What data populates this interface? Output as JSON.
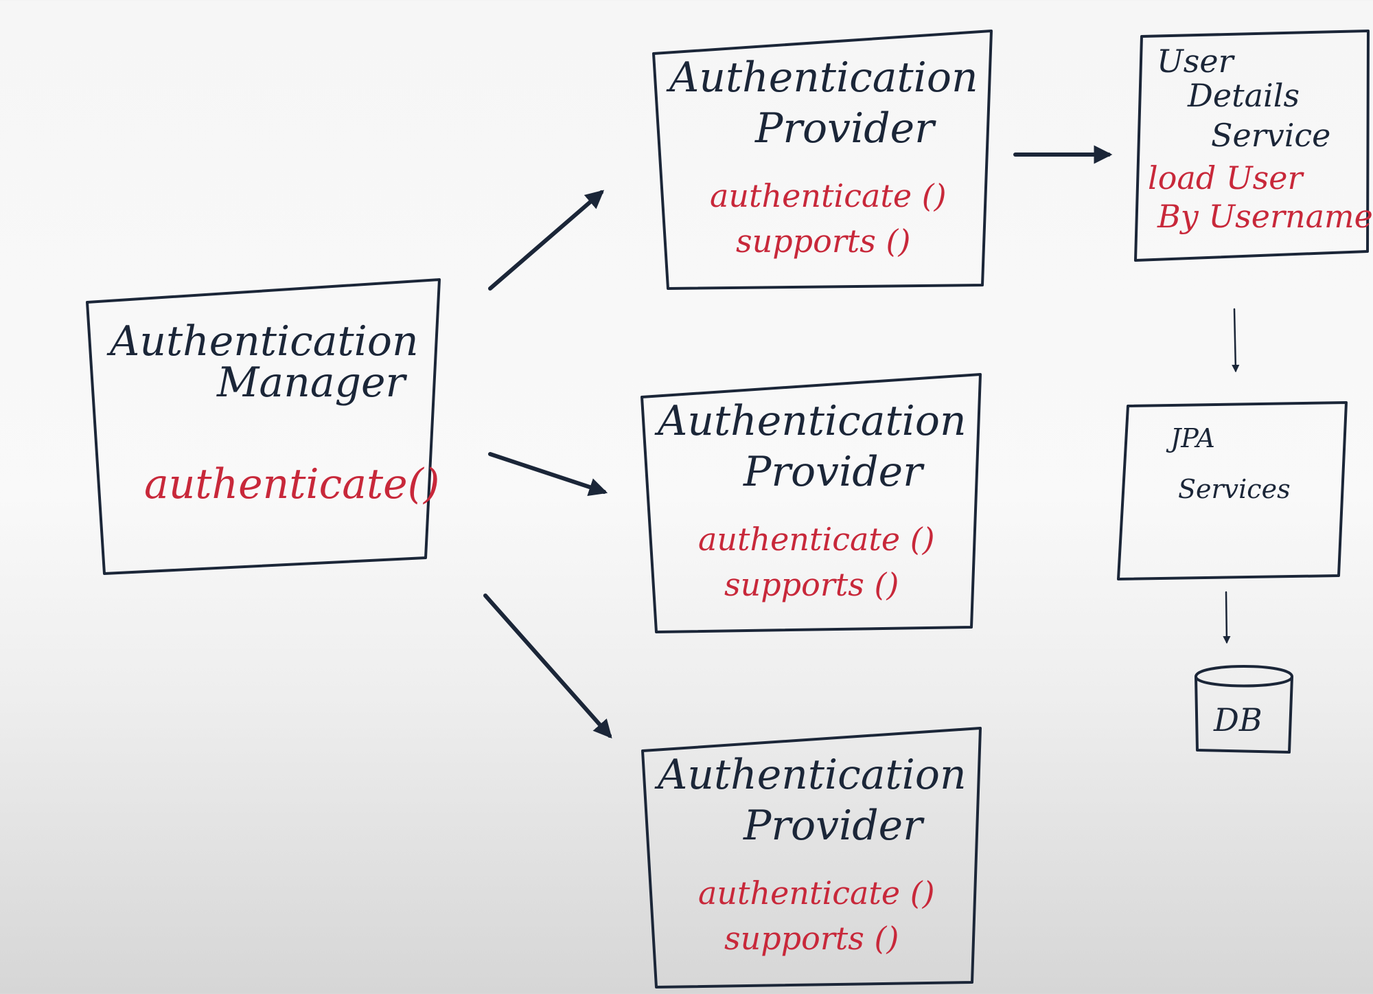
{
  "diagram": {
    "colors": {
      "ink": "#1b2638",
      "accent": "#c8283a"
    },
    "manager": {
      "title_line1": "Authentication",
      "title_line2": "Manager",
      "method": "authenticate()"
    },
    "providers": [
      {
        "title_line1": "Authentication",
        "title_line2": "Provider",
        "method1": "authenticate ()",
        "method2": "supports ()"
      },
      {
        "title_line1": "Authentication",
        "title_line2": "Provider",
        "method1": "authenticate ()",
        "method2": "supports ()"
      },
      {
        "title_line1": "Authentication",
        "title_line2": "Provider",
        "method1": "authenticate ()",
        "method2": "supports ()"
      }
    ],
    "user_details_service": {
      "line1": "User",
      "line2": "Details",
      "line3": "Service",
      "method_line1": "load User",
      "method_line2": "By Username()"
    },
    "jpa_services": {
      "line1": "JPA",
      "line2": "Services"
    },
    "db": {
      "label": "DB"
    }
  }
}
